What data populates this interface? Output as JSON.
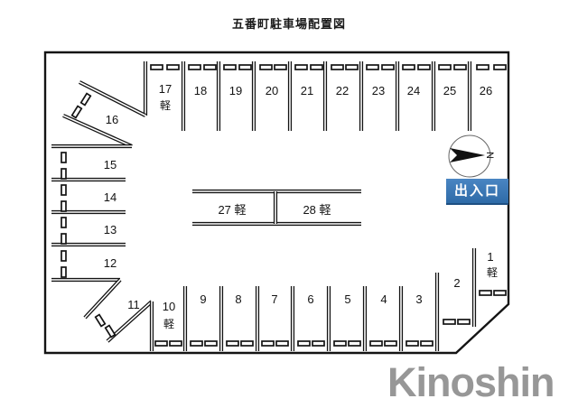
{
  "title": "五番町駐車場配置図",
  "watermark": "Kinoshin",
  "entrance": {
    "label": "出入口",
    "bg_color": "#2e6ba7",
    "text_color": "#ffffff"
  },
  "compass": {
    "north": "N"
  },
  "spaces": {
    "1": {
      "label": "1",
      "kei": "軽"
    },
    "2": {
      "label": "2"
    },
    "3": {
      "label": "3"
    },
    "4": {
      "label": "4"
    },
    "5": {
      "label": "5"
    },
    "6": {
      "label": "6"
    },
    "7": {
      "label": "7"
    },
    "8": {
      "label": "8"
    },
    "9": {
      "label": "9"
    },
    "10": {
      "label": "10",
      "kei": "軽"
    },
    "11": {
      "label": "11"
    },
    "12": {
      "label": "12"
    },
    "13": {
      "label": "13"
    },
    "14": {
      "label": "14"
    },
    "15": {
      "label": "15"
    },
    "16": {
      "label": "16"
    },
    "17": {
      "label": "17",
      "kei": "軽"
    },
    "18": {
      "label": "18"
    },
    "19": {
      "label": "19"
    },
    "20": {
      "label": "20"
    },
    "21": {
      "label": "21"
    },
    "22": {
      "label": "22"
    },
    "23": {
      "label": "23"
    },
    "24": {
      "label": "24"
    },
    "25": {
      "label": "25"
    },
    "26": {
      "label": "26"
    },
    "27": {
      "label": "27 軽"
    },
    "28": {
      "label": "28 軽"
    }
  }
}
